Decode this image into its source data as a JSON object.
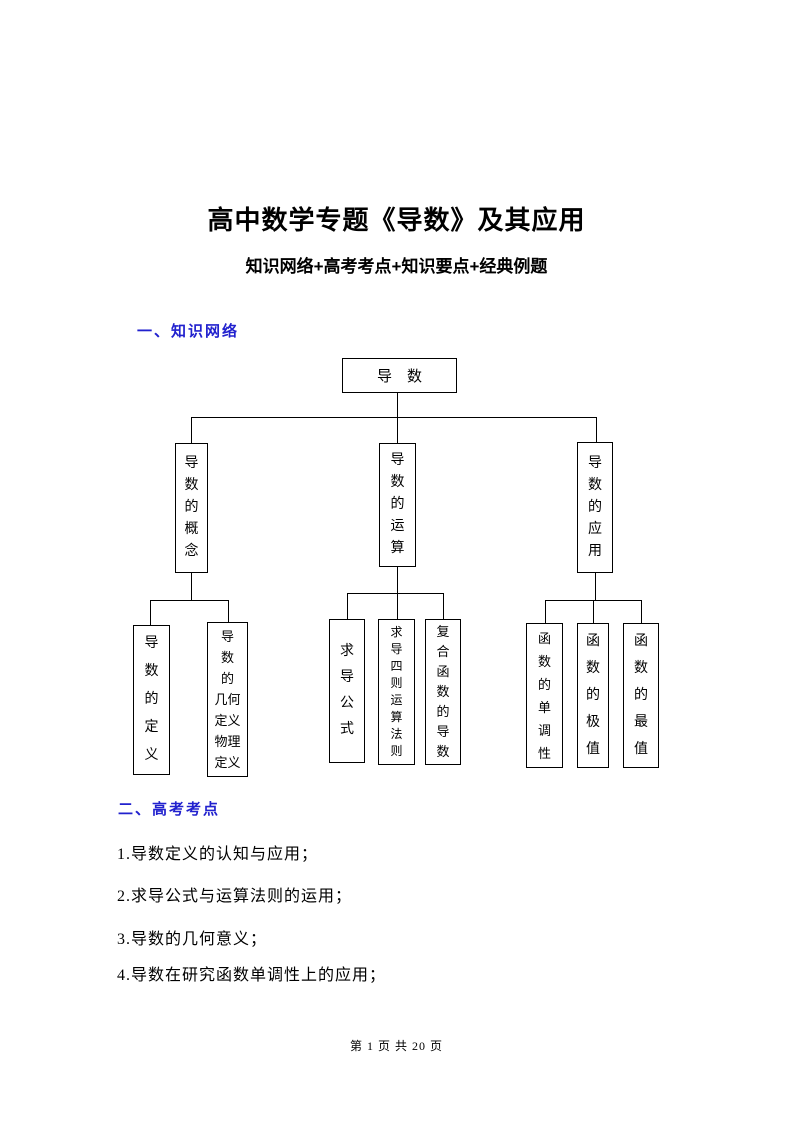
{
  "page": {
    "title": "高中数学专题《导数》及其应用",
    "subtitle": "知识网络+高考考点+知识要点+经典例题",
    "footer": "第 1 页 共 20 页"
  },
  "sections": {
    "knowledge_network": {
      "heading": "一、知识网络"
    },
    "exam_points": {
      "heading": "二、高考考点",
      "items": [
        "1.导数定义的认知与应用；",
        "2.求导公式与运算法则的运用；",
        "3.导数的几何意义；",
        "4.导数在研究函数单调性上的应用；"
      ]
    }
  },
  "diagram": {
    "root": "导　数",
    "concept": "导\n数\n的\n概\n念",
    "operations": "导\n数\n的\n运\n算",
    "applications": "导\n数\n的\n应\n用",
    "definition": "导\n数\n的\n定\n义",
    "geo_phys_definition": "导\n数\n的\n几何\n定义\n物理\n定义",
    "formulas": "求\n导\n公\n式",
    "four_rules": "求\n导\n四\n则\n运\n算\n法\n则",
    "composite": "复\n合\n函\n数\n的\n导\n数",
    "monotonicity": "函\n数\n的\n单\n调\n性",
    "extremum": "函\n数\n的\n极\n值",
    "max_min": "函\n数\n的\n最\n值"
  },
  "colors": {
    "heading_blue": "#2121CE",
    "line_black": "#000000",
    "background": "#FFFFFF"
  }
}
